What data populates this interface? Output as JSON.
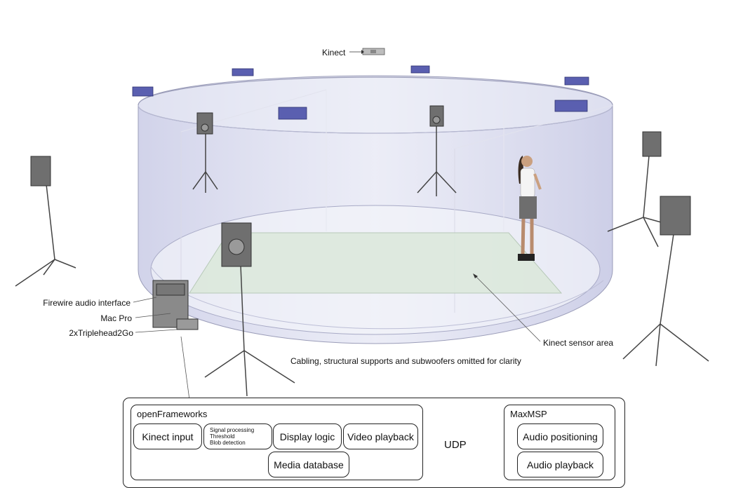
{
  "labels": {
    "kinect": "Kinect",
    "firewire": "Firewire audio interface",
    "mac_pro": "Mac Pro",
    "triplehead": "2xTriplehead2Go",
    "sensor_area": "Kinect sensor area",
    "note": "Cabling, structural supports and subwoofers omitted for clarity"
  },
  "openframeworks": {
    "title": "openFrameworks",
    "kinect_input": "Kinect input",
    "signal_processing": [
      "Signal processing",
      "Threshold",
      "Blob detection"
    ],
    "display_logic": "Display logic",
    "video_playback": "Video playback",
    "media_database": "Media database"
  },
  "udp": "UDP",
  "maxmsp": {
    "title": "MaxMSP",
    "audio_positioning": "Audio positioning",
    "audio_playback": "Audio playback"
  },
  "colors": {
    "cylinder": "#d9dbf0",
    "floor": "#dfe9e0",
    "projector": "#5a5fb0",
    "arrow": "#bdbdbd"
  }
}
